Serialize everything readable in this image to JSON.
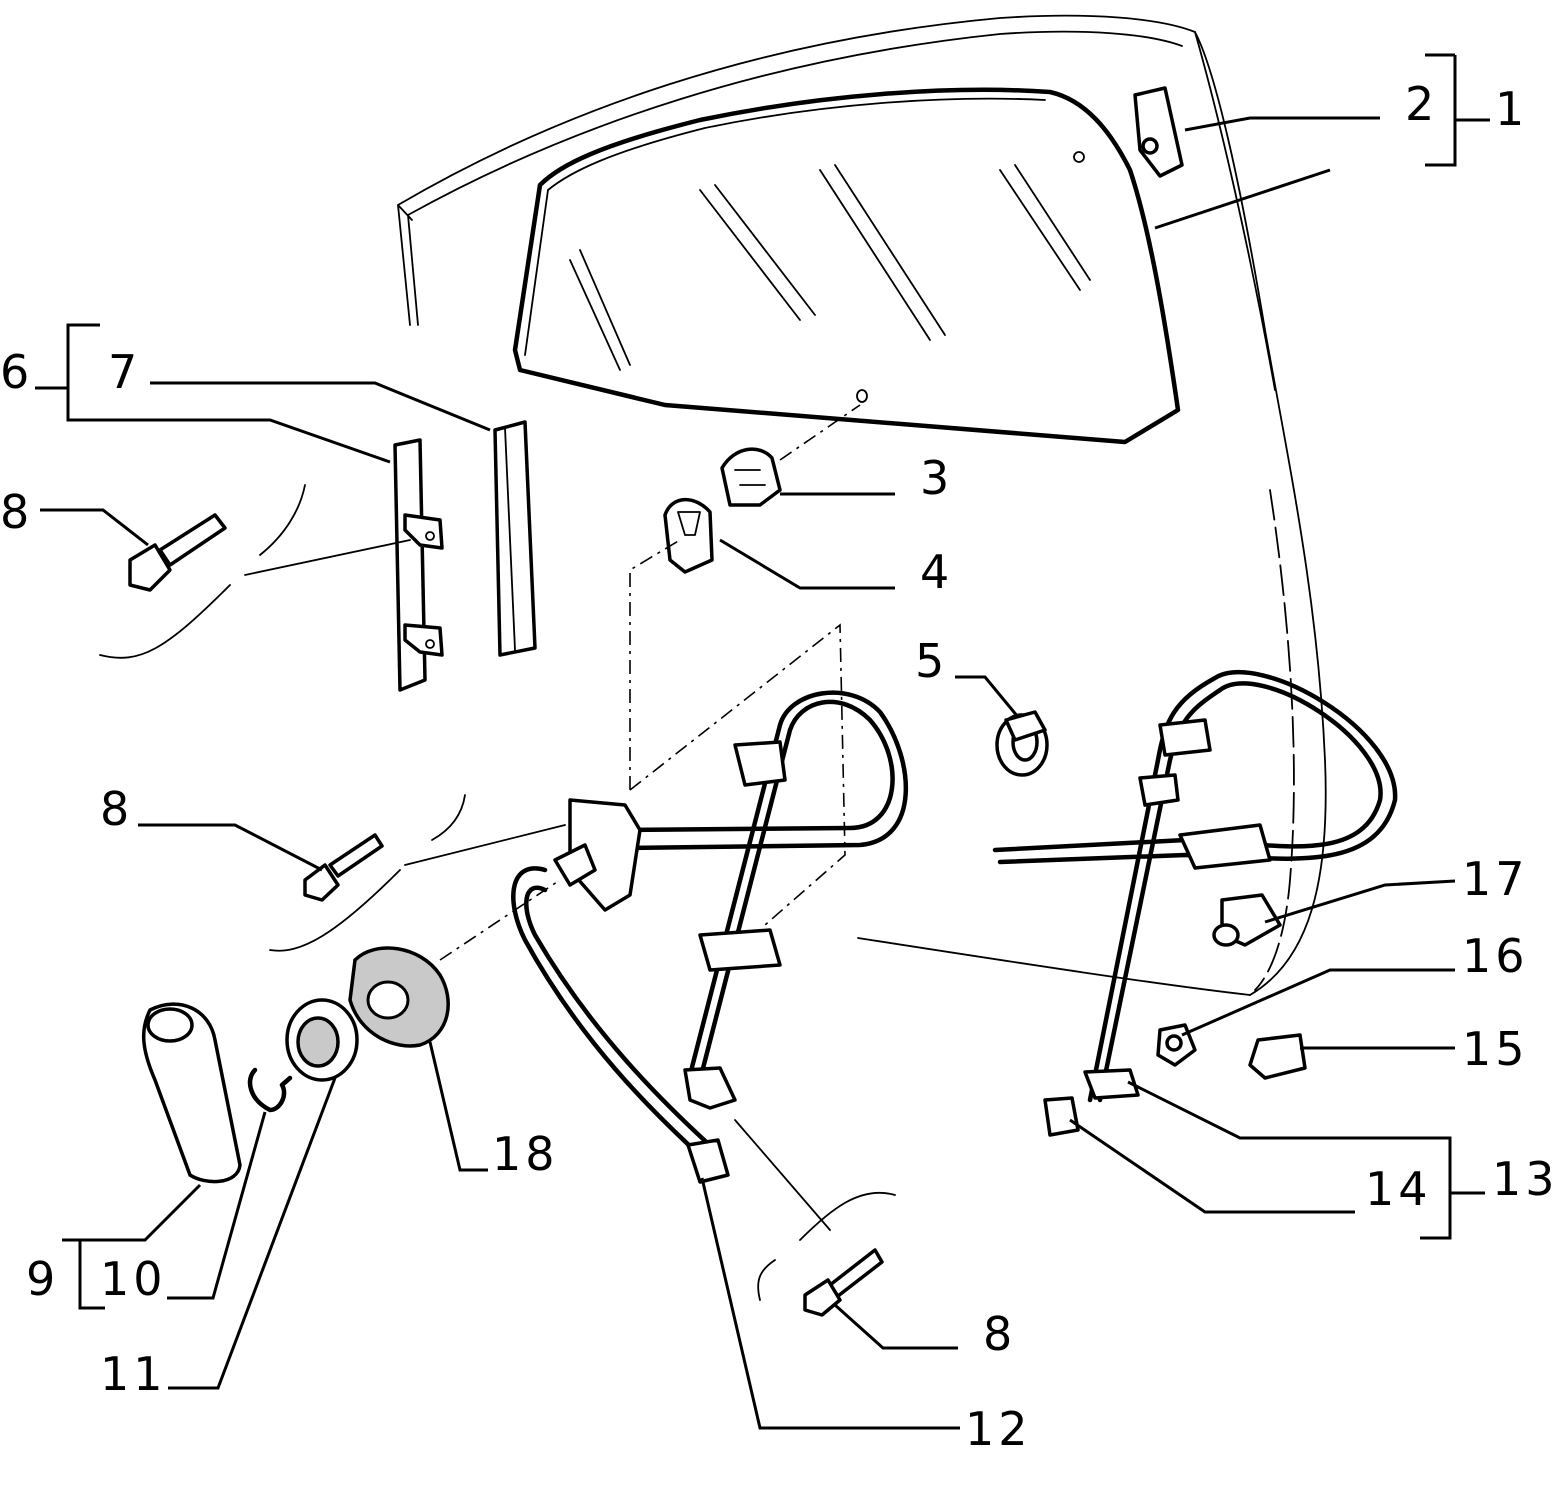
{
  "labels": {
    "l1": "1",
    "l2": "2",
    "l3": "3",
    "l4": "4",
    "l5": "5",
    "l6": "6",
    "l7": "7",
    "l8a": "8",
    "l8b": "8",
    "l8c": "8",
    "l9": "9",
    "l10": "10",
    "l11": "11",
    "l12": "12",
    "l13": "13",
    "l14": "14",
    "l15": "15",
    "l16": "16",
    "l17": "17",
    "l18": "18"
  }
}
